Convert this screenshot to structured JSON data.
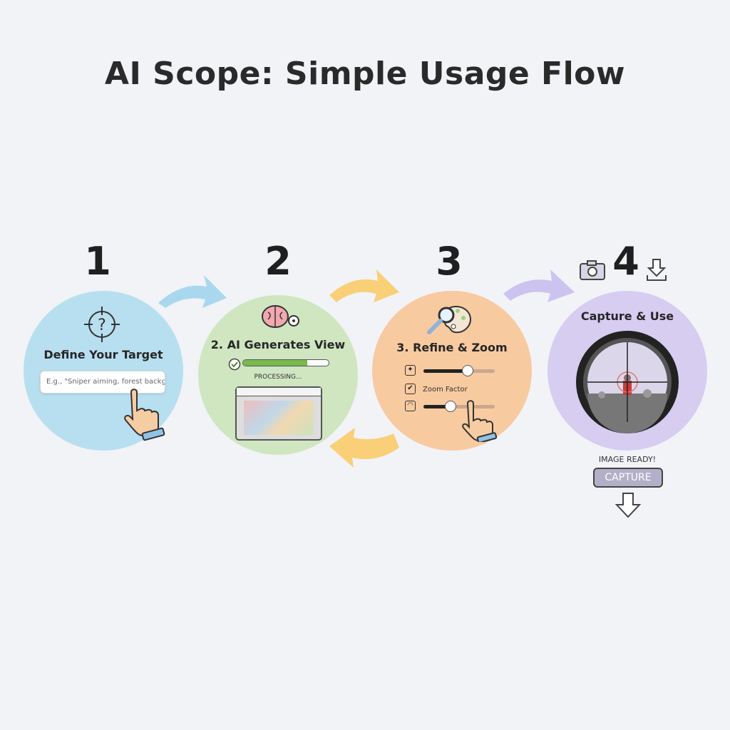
{
  "title": "AI Scope: Simple Usage Flow",
  "colors": {
    "background": "#f1f3f7",
    "step1": "#b8dff0",
    "step2": "#cfe6c1",
    "step3": "#f8caa0",
    "step4": "#d7cdf1",
    "arrow_blue": "#a9d8ee",
    "arrow_yellow": "#f9cf78",
    "arrow_purple": "#cdc3f0"
  },
  "steps": [
    {
      "number": "1",
      "title": "Define Your Target",
      "icon": "target-question-icon",
      "input_placeholder": "E.g., \"Sniper aiming, forest backgound"
    },
    {
      "number": "2",
      "title": "2. AI Generates View",
      "icon": "brain-gear-icon",
      "status": "PROCESSING...",
      "progress": 0.75
    },
    {
      "number": "3",
      "title": "3. Refine & Zoom",
      "icon": "magnifier-palette-icon",
      "slider1": 0.62,
      "checkbox_label": "Zoom Factor",
      "slider2": 0.38
    },
    {
      "number": "4",
      "title": "Capture & Use",
      "icon": "scope-view-icon",
      "status": "IMAGE READY!",
      "button": "CAPTURE"
    }
  ]
}
